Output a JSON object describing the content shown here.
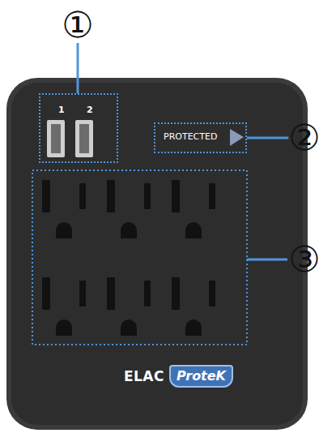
{
  "diagram": {
    "nodes": [
      {
        "text": [
          "①"
        ]
      },
      {
        "text": [
          "1",
          "2"
        ]
      },
      {
        "text": [
          "②"
        ]
      },
      {
        "text": [
          "PROTECTED"
        ]
      },
      {
        "text": [
          "③"
        ]
      },
      {
        "text": [
          "ProteK"
        ]
      }
    ],
    "edges": [
      {
        "from": 0,
        "to": 1,
        "arrow": "none"
      },
      {
        "from": 2,
        "to": 3,
        "arrow": "none"
      }
    ],
    "labels": [
      "ELAC"
    ]
  }
}
